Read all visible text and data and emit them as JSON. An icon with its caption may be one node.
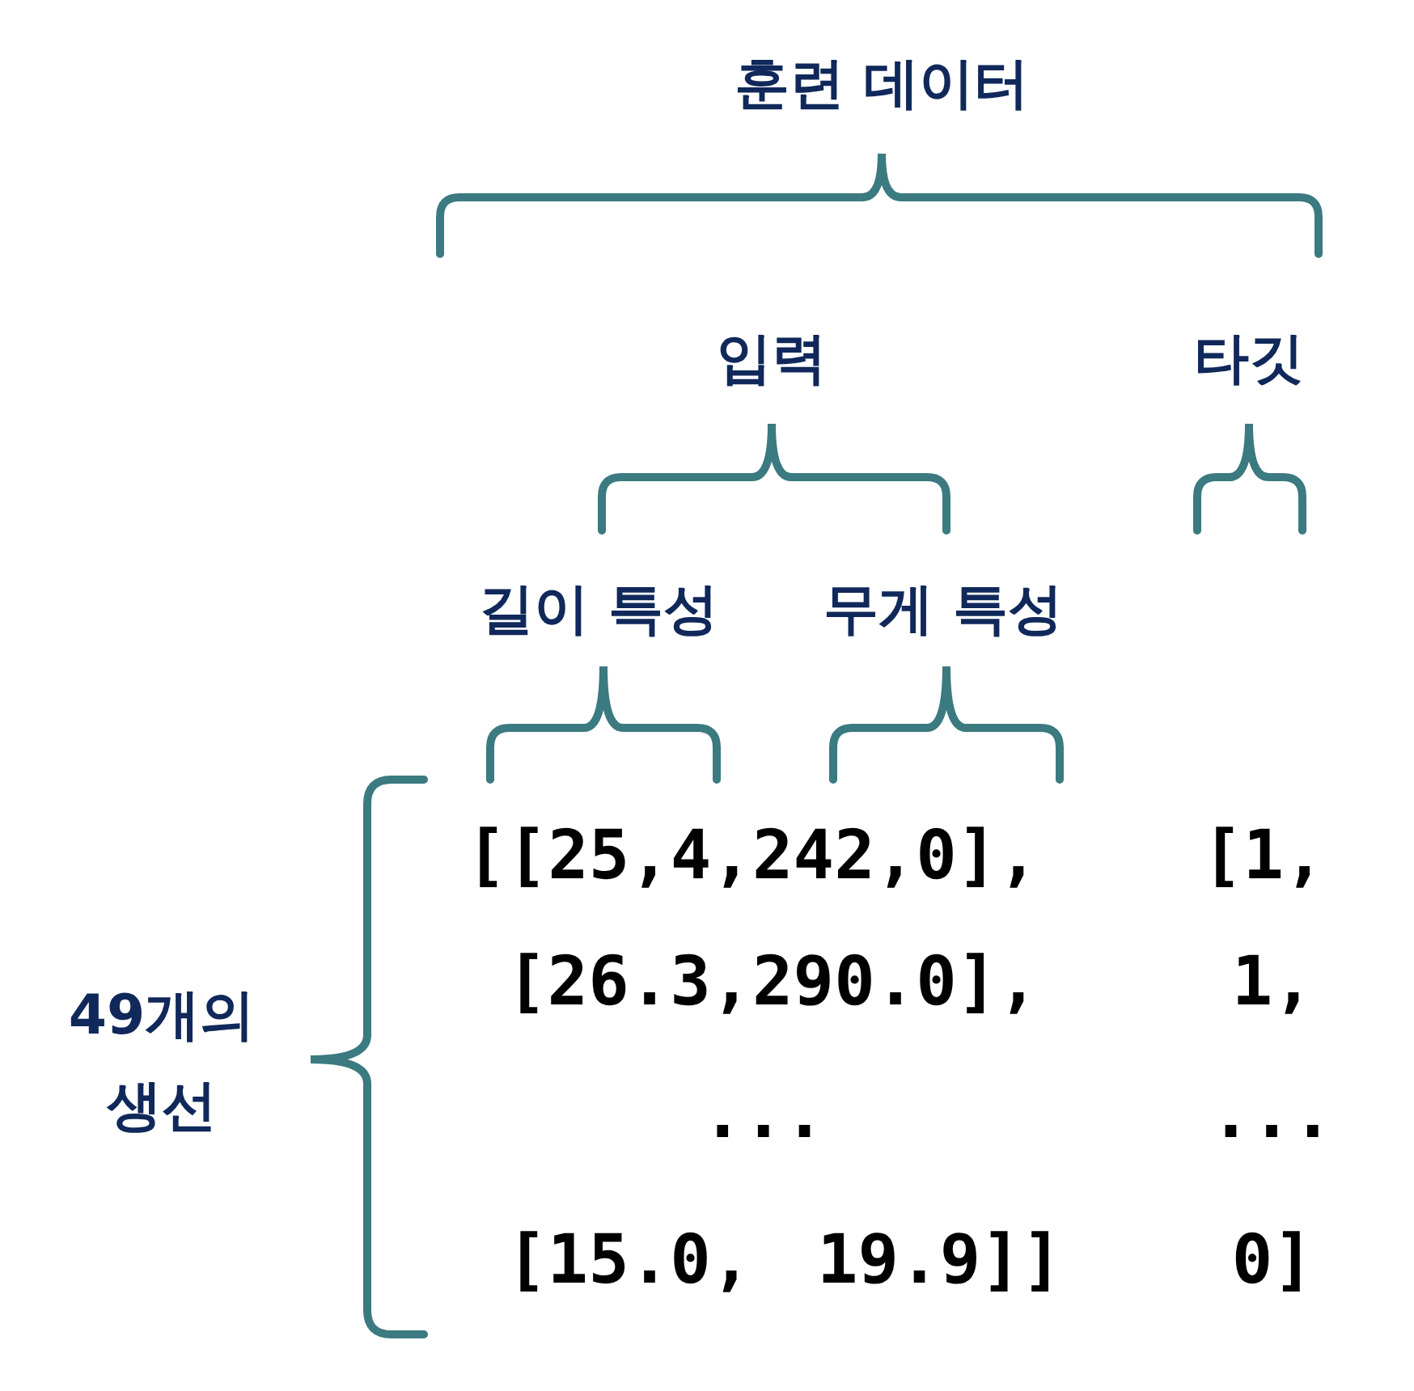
{
  "diagram": {
    "labels": [
      "훈련 데이터",
      "입력",
      "타깃",
      "길이 특성",
      "무게 특성",
      "[[25,4,",
      "242,0],",
      "[1,",
      "49개의 생선",
      "[26.3,",
      "290.0],",
      "1,",
      "...",
      "...",
      "[15.0,",
      "19.9]]",
      "0]"
    ]
  }
}
